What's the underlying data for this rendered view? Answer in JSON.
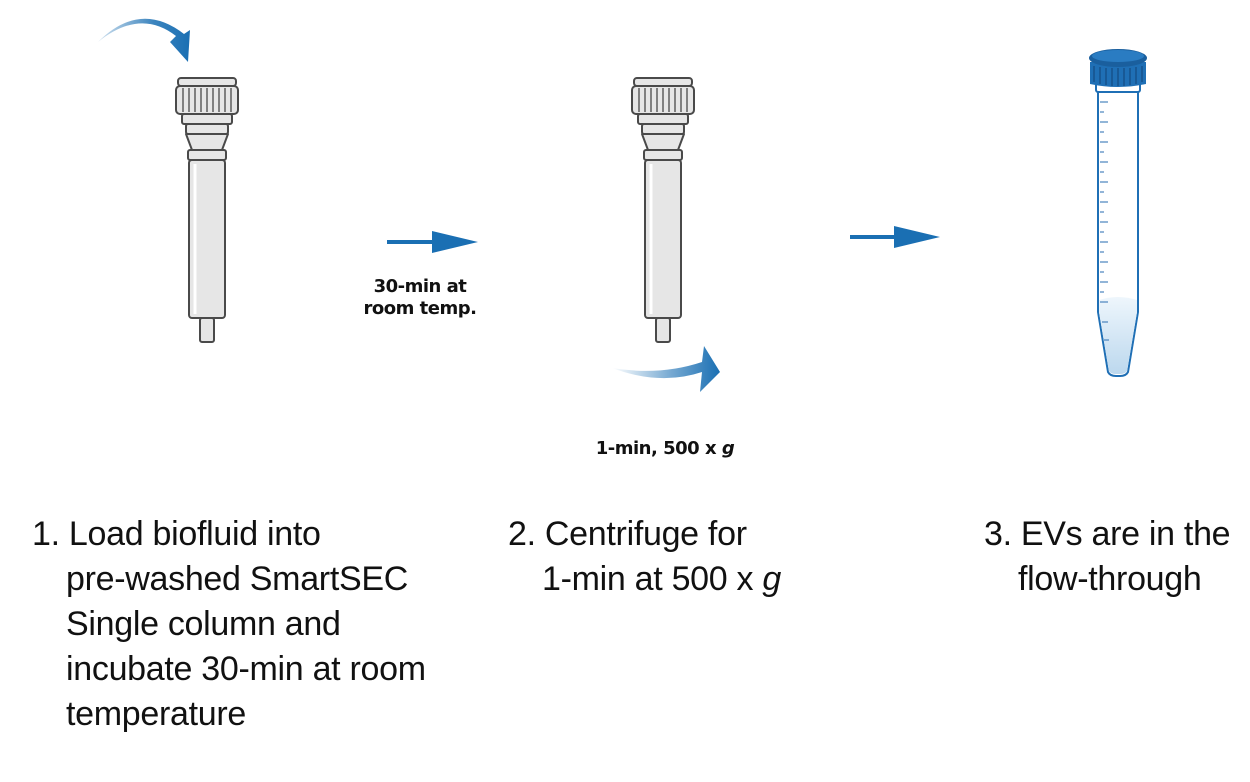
{
  "incubation_label": {
    "line1": "30-min at",
    "line2": "room temp."
  },
  "spin_label": {
    "prefix": "1-min, 500 x ",
    "g": "g"
  },
  "steps": [
    {
      "number": "1.",
      "lines": [
        "Load biofluid into",
        "pre-washed SmartSEC",
        "Single column and",
        "incubate 30-min at room",
        "temperature"
      ]
    },
    {
      "number": "2.",
      "lines": [
        "Centrifuge for",
        "1-min at 500 x "
      ],
      "g": "g"
    },
    {
      "number": "3.",
      "lines": [
        "EVs are in the",
        "flow-through"
      ]
    }
  ],
  "colors": {
    "accent_blue": "#1a6fb3",
    "column_fill": "#e6e6e6",
    "column_stroke": "#4a4a4a",
    "cap_blue": "#1f6fb5",
    "liquid": "#cde3f3"
  },
  "icons": [
    "curved-arrow-icon",
    "column-icon",
    "right-arrow-icon",
    "spin-arrow-icon",
    "tube-icon"
  ]
}
